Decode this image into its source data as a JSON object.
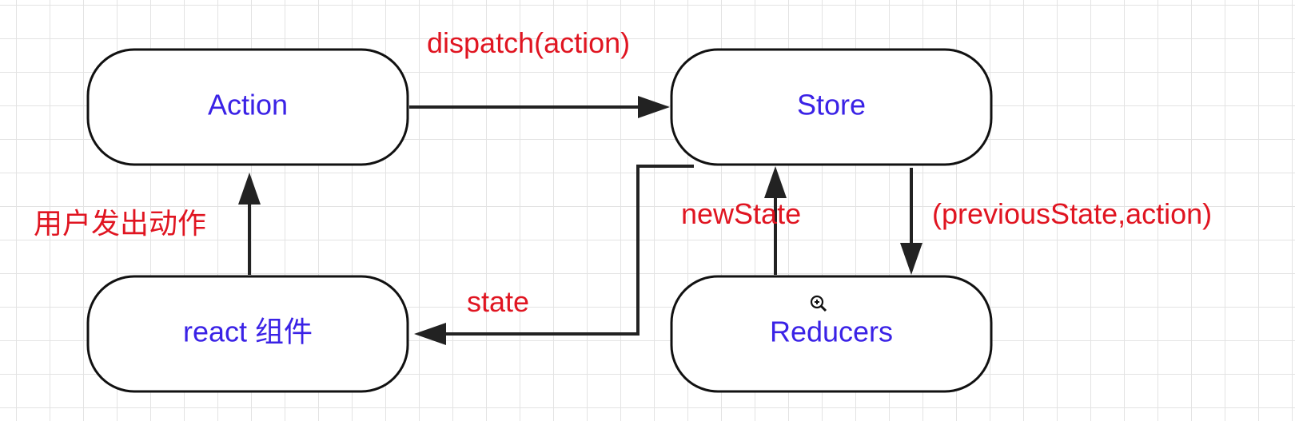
{
  "diagram": {
    "nodes": {
      "action": "Action",
      "store": "Store",
      "react_component": "react 组件",
      "reducers": "Reducers"
    },
    "edges": {
      "dispatch": "dispatch(action)",
      "user_action": "用户发出动作",
      "new_state": "newState",
      "previous_state_action": "(previousState,action)",
      "state": "state"
    }
  },
  "colors": {
    "node_text": "#3a22e6",
    "edge_text": "#e01521",
    "line": "#222222"
  }
}
